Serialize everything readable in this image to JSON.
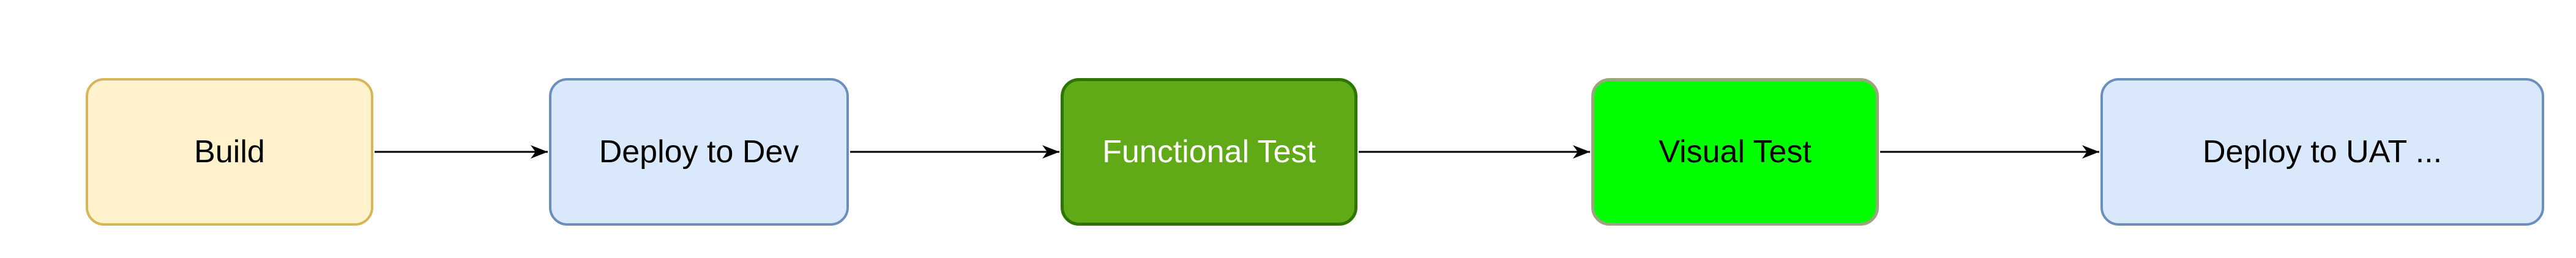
{
  "diagram": {
    "background": "#ffffff",
    "arrow_color": "#000000",
    "nodes": [
      {
        "id": "build",
        "label": "Build",
        "fill": "#fff2cc",
        "stroke": "#d6b656",
        "text_color": "#000000"
      },
      {
        "id": "deploy-to-dev",
        "label": "Deploy to Dev",
        "fill": "#dae8fc",
        "stroke": "#6c8ebf",
        "text_color": "#000000"
      },
      {
        "id": "functional-test",
        "label": "Functional Test",
        "fill": "#60a917",
        "stroke": "#2d7600",
        "text_color": "#ffffff"
      },
      {
        "id": "visual-test",
        "label": "Visual Test",
        "fill": "#00ff00",
        "stroke": "#9aa67e",
        "text_color": "#000000"
      },
      {
        "id": "deploy-to-uat",
        "label": "Deploy to UAT ...",
        "fill": "#dae8fc",
        "stroke": "#6c8ebf",
        "text_color": "#000000"
      }
    ],
    "connectors": [
      {
        "from": "build",
        "to": "deploy-to-dev"
      },
      {
        "from": "deploy-to-dev",
        "to": "functional-test"
      },
      {
        "from": "functional-test",
        "to": "visual-test"
      },
      {
        "from": "visual-test",
        "to": "deploy-to-uat"
      }
    ]
  }
}
